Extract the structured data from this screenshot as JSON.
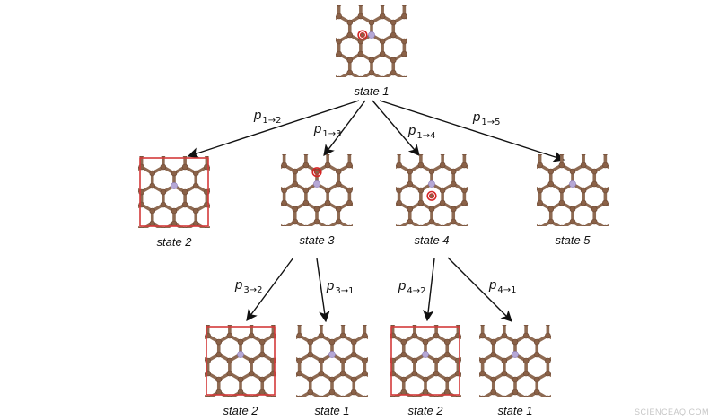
{
  "colors": {
    "carbon": "#8a6147",
    "carbon_stroke": "#6a4632",
    "bond": "#8e6a52",
    "dopant": "#b6a8d6",
    "dopant_stroke": "#8a7ab5",
    "highlight": "#d42525",
    "box": "#d43a3a"
  },
  "nodes": [
    {
      "id": "n1",
      "label": "state 1",
      "boxed": false,
      "highlights": [
        {
          "x": -0.6,
          "y": 0
        }
      ]
    },
    {
      "id": "n2",
      "label": "state 2",
      "boxed": true,
      "highlights": []
    },
    {
      "id": "n3",
      "label": "state 3",
      "boxed": false,
      "highlights": [
        {
          "x": 0,
          "y": -0.5
        }
      ]
    },
    {
      "id": "n4",
      "label": "state 4",
      "boxed": false,
      "highlights": [
        {
          "x": 0,
          "y": 0.5
        }
      ]
    },
    {
      "id": "n5",
      "label": "state 5",
      "boxed": false,
      "highlights": []
    },
    {
      "id": "n6",
      "label": "state 2",
      "boxed": true,
      "highlights": []
    },
    {
      "id": "n7",
      "label": "state 1",
      "boxed": false,
      "highlights": []
    },
    {
      "id": "n8",
      "label": "state 2",
      "boxed": true,
      "highlights": []
    },
    {
      "id": "n9",
      "label": "state 1",
      "boxed": false,
      "highlights": []
    }
  ],
  "edges": [
    {
      "from": "n1",
      "to": "n2",
      "label": "p",
      "sub": "1→2"
    },
    {
      "from": "n1",
      "to": "n3",
      "label": "p",
      "sub": "1→3"
    },
    {
      "from": "n1",
      "to": "n4",
      "label": "p",
      "sub": "1→4"
    },
    {
      "from": "n1",
      "to": "n5",
      "label": "p",
      "sub": "1→5"
    },
    {
      "from": "n3",
      "to": "n6",
      "label": "p",
      "sub": "3→2"
    },
    {
      "from": "n3",
      "to": "n7",
      "label": "p",
      "sub": "3→1"
    },
    {
      "from": "n4",
      "to": "n8",
      "label": "p",
      "sub": "4→2"
    },
    {
      "from": "n4",
      "to": "n9",
      "label": "p",
      "sub": "4→1"
    }
  ],
  "watermark": "SCIENCEAQ.COM"
}
